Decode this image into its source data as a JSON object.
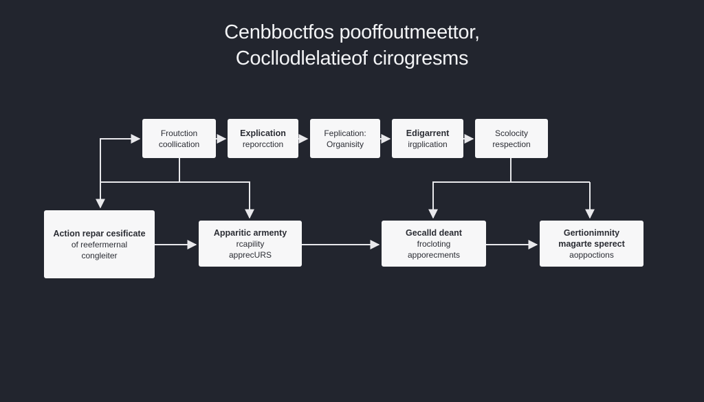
{
  "title": {
    "line1": "Cenbboctfos pooffoutmeettor,",
    "line2": "Cocllodlelatieof cirogresms"
  },
  "colors": {
    "background": "#22252e",
    "box": "#f7f7f8",
    "wire": "#e9e9ec",
    "text": "#2a2c33"
  },
  "top_row": [
    {
      "line1": "Froutction",
      "line2": "coollication",
      "bold1": false
    },
    {
      "line1": "Explication",
      "line2": "reporcction",
      "bold1": true
    },
    {
      "line1": "Feplication:",
      "line2": "Organisity",
      "bold1": false
    },
    {
      "line1": "Edigarrent",
      "line2": "irgplication",
      "bold1": true
    },
    {
      "line1": "Scolocity",
      "line2": "respection",
      "bold1": false
    }
  ],
  "bottom_row": [
    {
      "line1": "Action repar cesificate",
      "line2": "of reefermernal",
      "line3": "congleiter"
    },
    {
      "line1": "Apparitic armenty",
      "line2": "rcapility",
      "line3": "apprecURS"
    },
    {
      "line1": "Gecalld deant",
      "line2": "frocloting",
      "line3": "apporecments"
    },
    {
      "line1": "Gertionimnity",
      "line2": "magarte sperect",
      "line3": "aoppoctions"
    }
  ]
}
